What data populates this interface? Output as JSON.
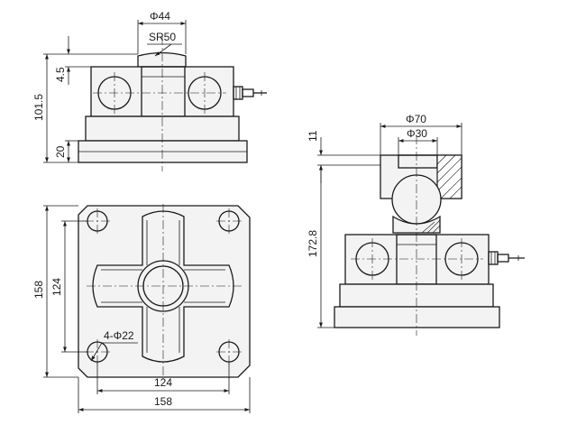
{
  "front_view": {
    "dim_top_dia": "Φ44",
    "dim_sphere_radius": "SR50",
    "dim_cap_height": "4.5",
    "dim_total_height": "101.5",
    "dim_base_height": "20"
  },
  "plan_view": {
    "dim_height": "158",
    "dim_hole_spacing_v": "124",
    "dim_holes": "4-Φ22",
    "dim_hole_spacing_h": "124",
    "dim_width": "158"
  },
  "side_view": {
    "dim_top_plate_dia": "Φ70",
    "dim_inner_dia": "Φ30",
    "dim_top_plate_thickness": "11",
    "dim_total_height": "172.8"
  }
}
